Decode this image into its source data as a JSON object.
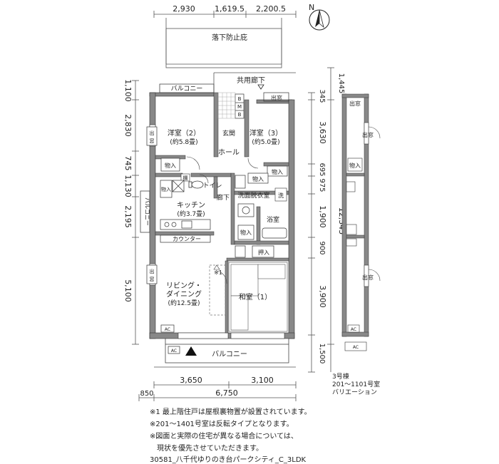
{
  "dims": {
    "top": [
      "2,930",
      "1,619.5",
      "2,200.5"
    ],
    "left": [
      "1,100",
      "2,830",
      "745",
      "1,130",
      "2,195",
      "5,100"
    ],
    "right": [
      "345",
      "3,630",
      "695",
      "975",
      "1,900",
      "900",
      "3,900",
      "1,500"
    ],
    "right_outer": [
      "1,445",
      "12,345"
    ],
    "bottom": [
      "3,650",
      "3,100"
    ],
    "bottom_total": [
      "850",
      "6,750"
    ]
  },
  "labels": {
    "fall_guard": "落下防止庇",
    "corridor": "共用廊下",
    "balcony_top": "バルコニー",
    "balcony_bottom": "バルコニー",
    "balcony_side": "バルコニー",
    "western3_name": "洋室（3）",
    "western3_size": "(約5.0畳)",
    "western2_name": "洋室（2）",
    "western2_size": "(約5.8畳)",
    "genkan": "玄関",
    "hall": "ホール",
    "storage": "物入",
    "toilet": "トイレ",
    "kitchen_name": "キッチン",
    "kitchen_size": "(約3.7畳)",
    "counter": "カウンター",
    "corridor_inner": "廊下",
    "washroom": "洗面脱衣室",
    "wash": "洗",
    "bath": "浴室",
    "closet": "押入",
    "shelf": "棚",
    "living_name1": "リビング・",
    "living_name2": "ダイニング",
    "living_size": "(約12.5畳)",
    "washitsu": "和室（1）",
    "note_mark": "※1",
    "window": "出窓",
    "mb": "M",
    "b": "B",
    "ac": "AC",
    "building": "3号棟",
    "rooms": "201～1101号室",
    "variation": "バリエーション"
  },
  "notes": [
    "※1 最上階住戸は屋根裏物置が設置されています。",
    "※201～1401号室は反転タイプとなります。",
    "※図面と実際の住宅が異なる場合については、",
    "　現状を優先させていただきます。"
  ],
  "footer": "30581_八千代ゆりのき台パークシティ_C_3LDK",
  "compass": "N"
}
